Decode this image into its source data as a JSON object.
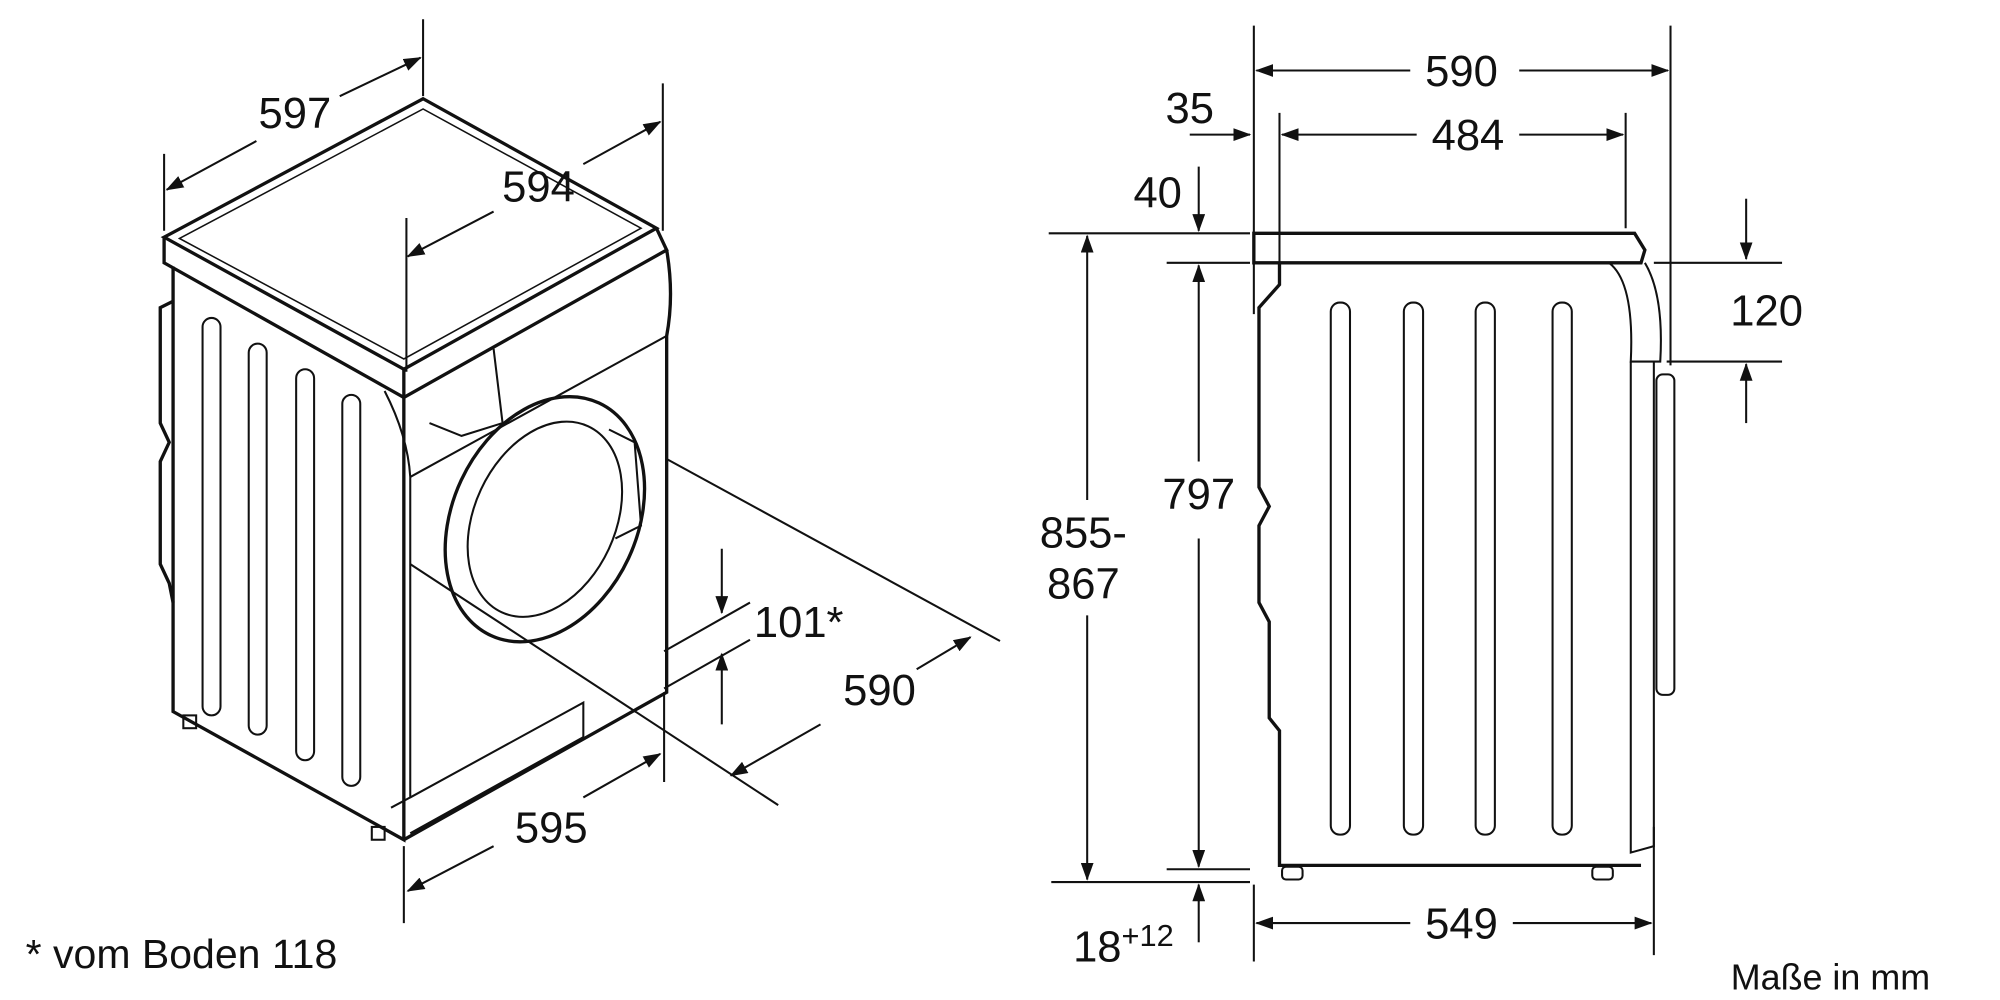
{
  "left_view": {
    "width_back": "597",
    "depth_top": "594",
    "width_front": "595",
    "door_depth": "590",
    "door_height": "101*"
  },
  "side_view": {
    "total_depth": "590",
    "top_inner": "484",
    "offset_35": "35",
    "lid_40": "40",
    "height_range_line1": "855-",
    "height_range_line2": "867",
    "body_height": "797",
    "panel_120": "120",
    "base_depth": "549",
    "feet": "18",
    "feet_tolerance": "+12"
  },
  "footnote": "* vom Boden 118",
  "units_note": "Maße in mm"
}
